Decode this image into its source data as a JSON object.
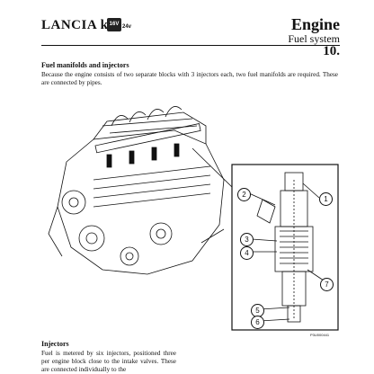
{
  "header": {
    "brand": "LANCIA k",
    "brand_logo_text": "16V",
    "brand_variant": "24v",
    "section_title": "Engine",
    "section_subtitle": "Fuel system",
    "section_number": "10."
  },
  "section1": {
    "heading": "Fuel manifolds and injectors",
    "text": "Because the engine consists of two separate blocks with 3 injectors each, two fuel manifolds are required. These are connected by pipes."
  },
  "figure": {
    "callouts": [
      "1",
      "2",
      "3",
      "4",
      "5",
      "6",
      "7"
    ],
    "code": "P3U000441"
  },
  "section2": {
    "heading": "Injectors",
    "text": "Fuel is metered by six injectors, positioned three per engine block close to the intake valves. These are connected individually to the"
  }
}
